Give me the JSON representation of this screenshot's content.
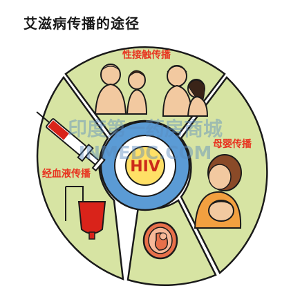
{
  "title": "艾滋病传播的途径",
  "center_label": "HIV",
  "segments": [
    {
      "label": "性接触传播",
      "icon": "couples-icon"
    },
    {
      "label": "母婴传播",
      "icon": "mother-nursing-baby-icon"
    },
    {
      "label": "",
      "icon": "fetus-in-womb-icon"
    },
    {
      "label": "经血液传播",
      "icon": "syringe-and-blood-bag-icon"
    }
  ],
  "watermark": {
    "line1": "印度第一药房商城",
    "line2": "INMEDC.COM"
  },
  "colors": {
    "segment_fill": "#d7e4a3",
    "outline": "#1a1a1a",
    "ring_blue": "#5b9bd5",
    "center_yellow": "#ffe066",
    "label_red": "#e8321f",
    "hiv_red": "#cc2a1a"
  }
}
